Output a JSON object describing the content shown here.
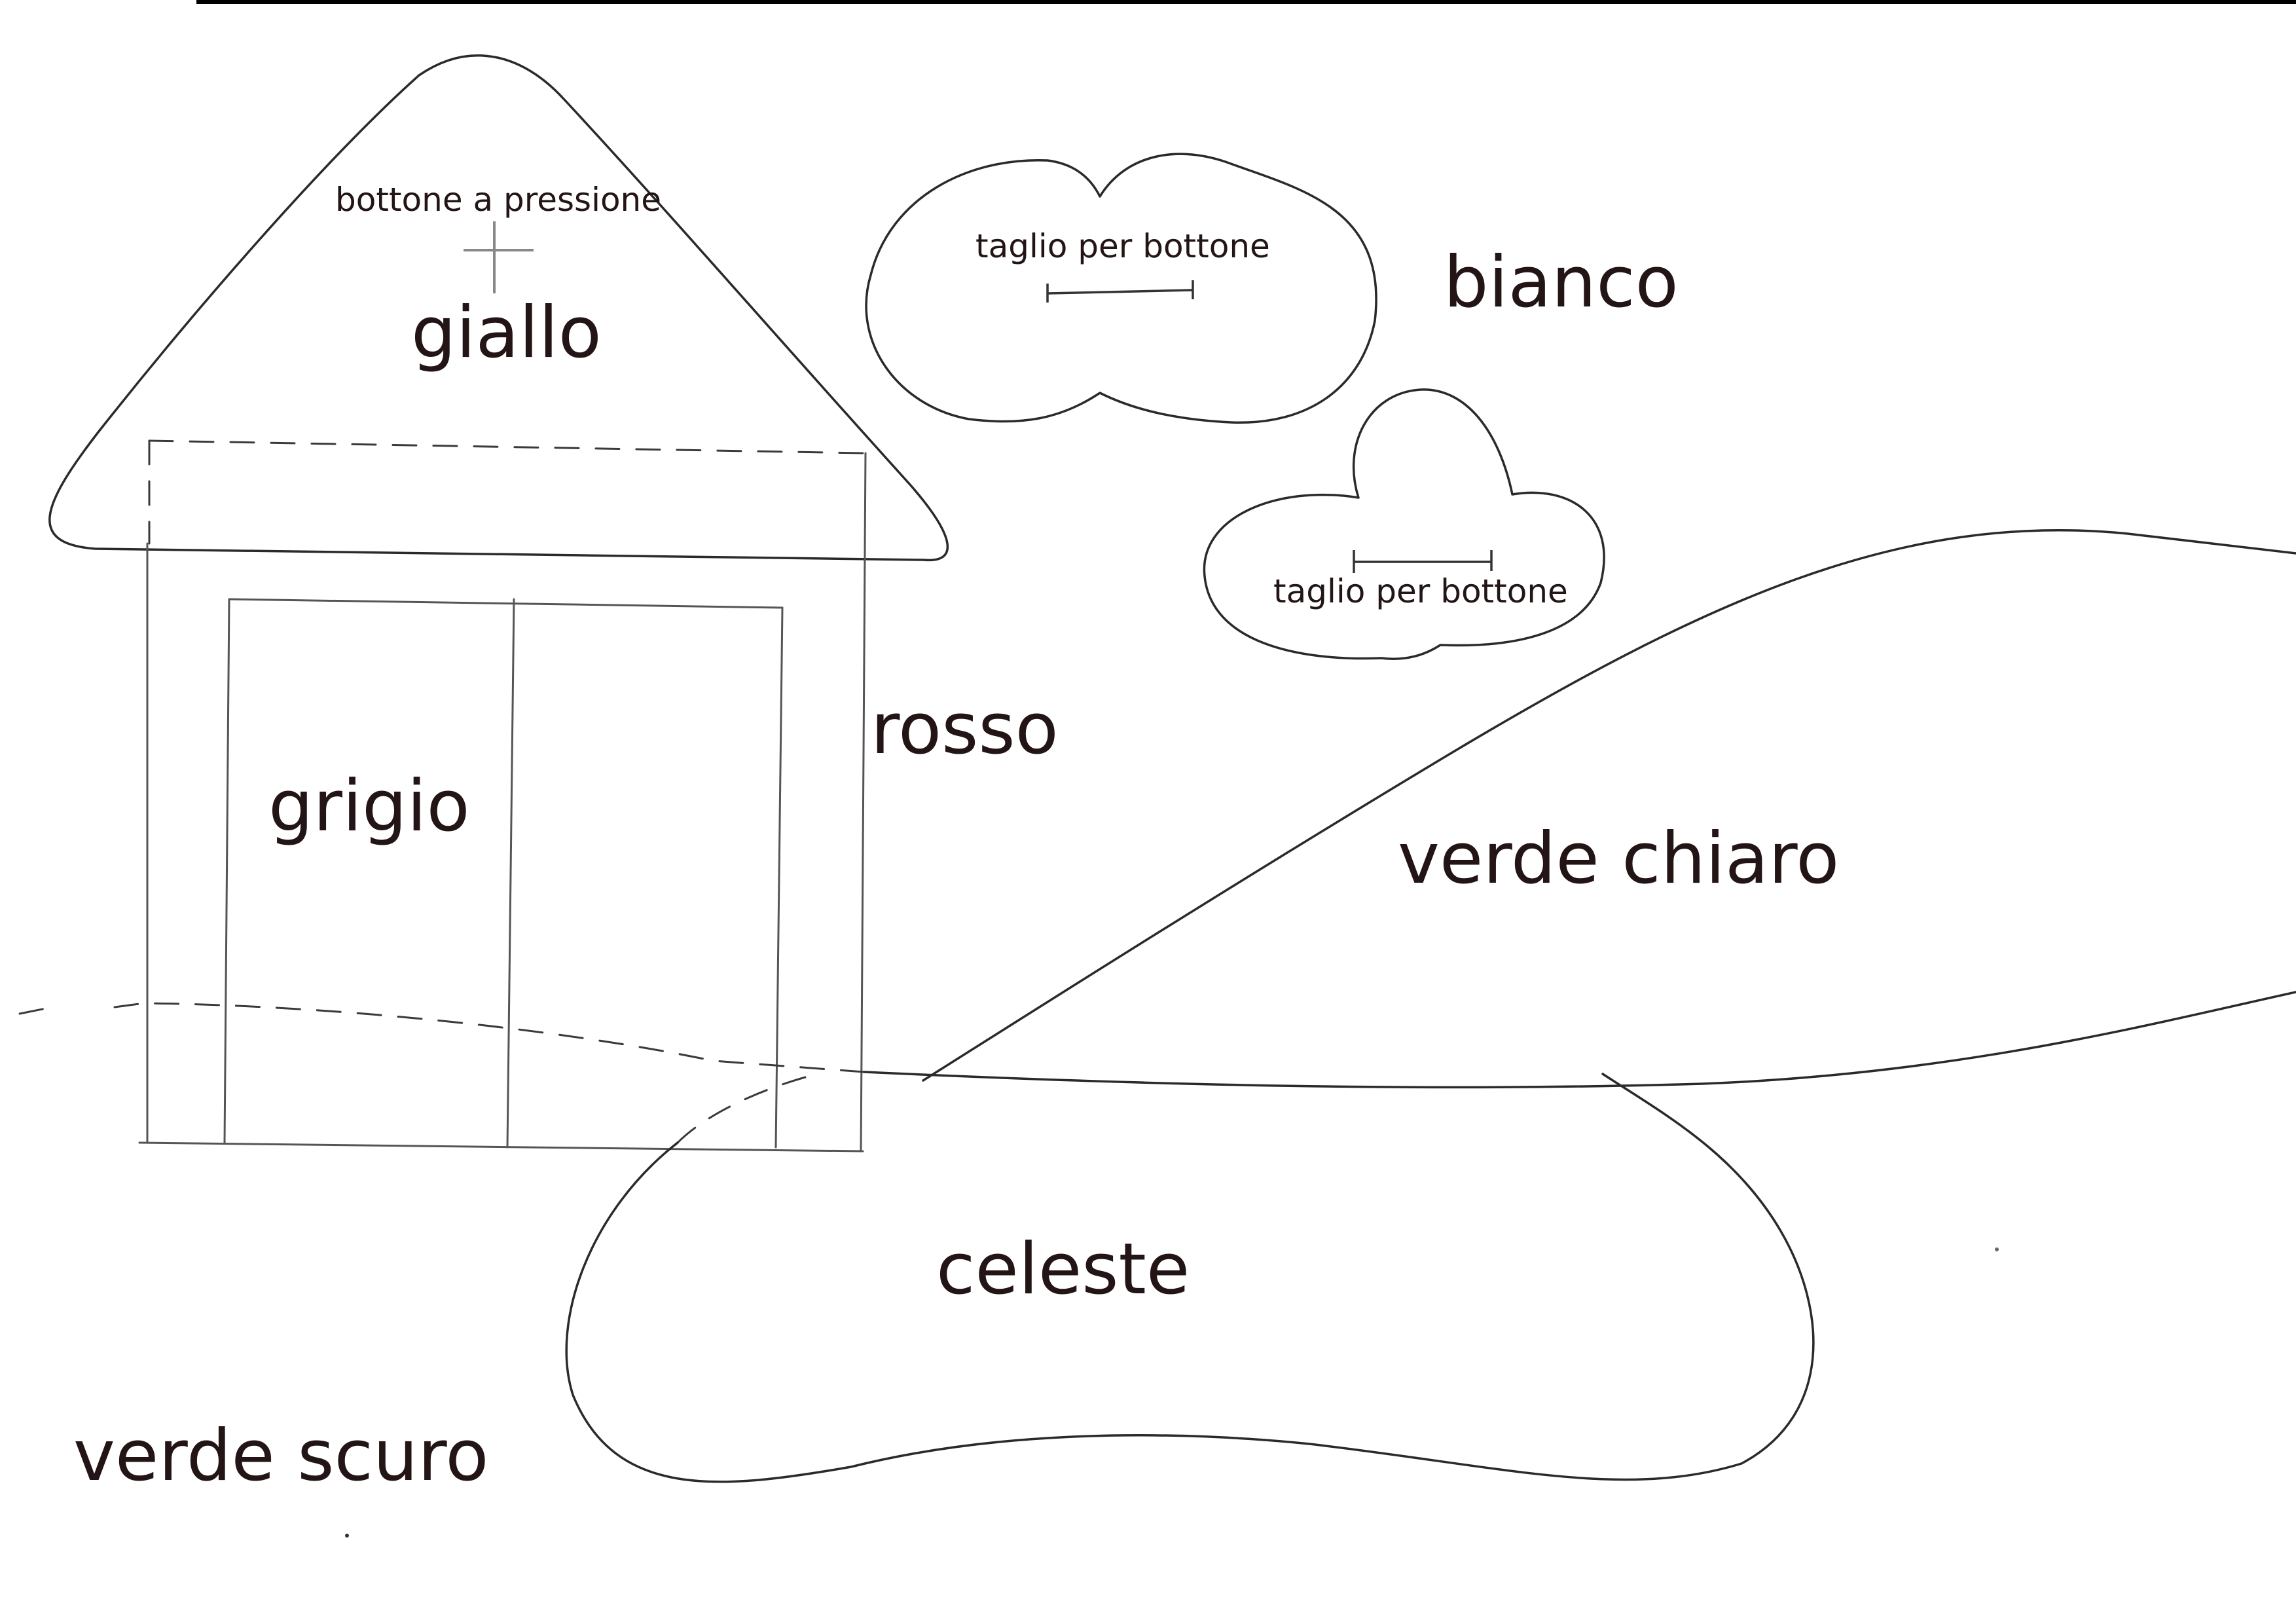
{
  "labels": {
    "roof_color": "giallo",
    "snap_button": "bottone a pressione",
    "wall_color": "rosso",
    "door_color": "grigio",
    "cloud_color": "bianco",
    "cloud_cut_1": "taglio per bottone",
    "cloud_cut_2": "taglio per bottone",
    "hill_color": "verde chiaro",
    "pond_color": "celeste",
    "ground_color": "verde scuro"
  }
}
